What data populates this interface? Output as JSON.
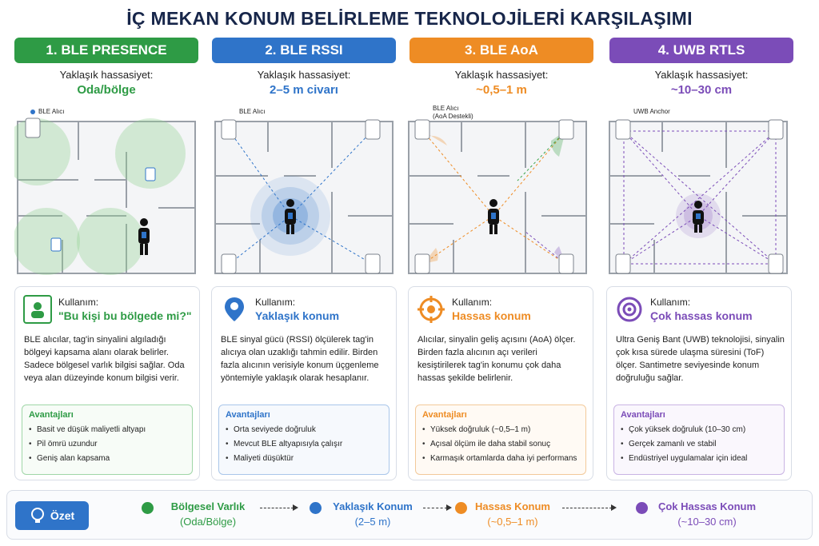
{
  "title": "İÇ MEKAN KONUM BELİRLEME TEKNOLOJİLERİ KARŞILAŞIMI",
  "columns": [
    {
      "header": "1. BLE PRESENCE",
      "color": "#2e9b45",
      "precision_label": "Yaklaşık hassasiyet:",
      "precision_value": "Oda/bölge",
      "plan_label": "BLE Alıcı",
      "plan_label2": "",
      "use_label": "Kullanım:",
      "use_value": "\"Bu kişi bu bölgede mi?\"",
      "use_icon": "person-zone-icon",
      "description": "BLE alıcılar, tag'in sinyalini algıladığı bölgeyi kapsama alanı olarak belirler. Sadece bölgesel varlık bilgisi sağlar. Oda veya alan düzeyinde konum bilgisi verir.",
      "adv_title": "Avantajları",
      "advantages": [
        "Basit ve düşük maliyetli altyapı",
        "Pil ömrü uzundur",
        "Geniş alan kapsama"
      ]
    },
    {
      "header": "2. BLE RSSI",
      "color": "#2f74c9",
      "precision_label": "Yaklaşık hassasiyet:",
      "precision_value": "2–5 m civarı",
      "plan_label": "BLE Alıcı",
      "plan_label2": "",
      "use_label": "Kullanım:",
      "use_value": "Yaklaşık konum",
      "use_icon": "location-pin-icon",
      "description": "BLE sinyal gücü (RSSI) ölçülerek tag'in alıcıya olan uzaklığı tahmin edilir. Birden fazla alıcının verisiyle konum üçgenleme yöntemiyle yaklaşık olarak hesaplanır.",
      "adv_title": "Avantajları",
      "advantages": [
        "Orta seviyede doğruluk",
        "Mevcut BLE altyapısıyla çalışır",
        "Maliyeti düşüktür"
      ]
    },
    {
      "header": "3. BLE AoA",
      "color": "#ee8c24",
      "precision_label": "Yaklaşık hassasiyet:",
      "precision_value": "~0,5–1 m",
      "plan_label": "BLE Alıcı",
      "plan_label2": "(AoA Destekli)",
      "use_label": "Kullanım:",
      "use_value": "Hassas konum",
      "use_icon": "target-icon",
      "description": "Alıcılar, sinyalin geliş açısını (AoA) ölçer. Birden fazla alıcının açı verileri kesiştirilerek tag'in konumu çok daha hassas şekilde belirlenir.",
      "adv_title": "Avantajları",
      "advantages": [
        "Yüksek doğruluk (~0,5–1 m)",
        "Açısal ölçüm ile daha stabil sonuç",
        "Karmaşık ortamlarda daha iyi performans"
      ]
    },
    {
      "header": "4. UWB RTLS",
      "color": "#7b4cb8",
      "precision_label": "Yaklaşık hassasiyet:",
      "precision_value": "~10–30 cm",
      "plan_label": "UWB Anchor",
      "plan_label2": "",
      "use_label": "Kullanım:",
      "use_value": "Çok hassas konum",
      "use_icon": "precision-target-icon",
      "description": "Ultra Geniş Bant (UWB) teknolojisi, sinyalin çok kısa sürede ulaşma süresini (ToF) ölçer. Santimetre seviyesinde konum doğruluğu sağlar.",
      "adv_title": "Avantajları",
      "advantages": [
        "Çok yüksek doğruluk (10–30 cm)",
        "Gerçek zamanlı ve stabil",
        "Endüstriyel uygulamalar için ideal"
      ]
    }
  ],
  "summary": {
    "button": "Özet",
    "items": [
      {
        "t1": "Bölgesel Varlık",
        "t2": "(Oda/Bölge)",
        "color": "#2e9b45"
      },
      {
        "t1": "Yaklaşık Konum",
        "t2": "(2–5 m)",
        "color": "#2f74c9"
      },
      {
        "t1": "Hassas Konum",
        "t2": "(~0,5–1 m)",
        "color": "#ee8c24"
      },
      {
        "t1": "Çok Hassas Konum",
        "t2": "(~10–30 cm)",
        "color": "#7b4cb8"
      }
    ]
  }
}
